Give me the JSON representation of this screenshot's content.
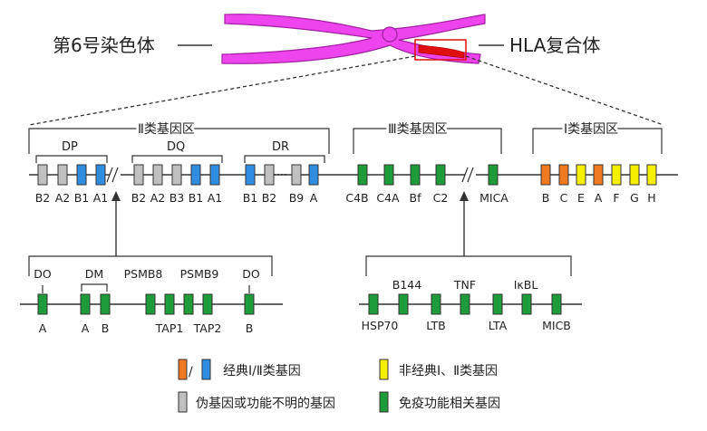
{
  "chromosome": {
    "left_label": "第6号染色体",
    "right_label": "HLA复合体",
    "color": "#ee44ee",
    "hla_color": "#e01010"
  },
  "colors": {
    "classical_1": "#f07a22",
    "classical_2": "#2f8de0",
    "non_classical": "#f5f000",
    "pseudo": "#c0c0c0",
    "immune": "#1e9c3a"
  },
  "regions": {
    "class2": "Ⅱ类基因区",
    "class3": "Ⅲ类基因区",
    "class1": "Ⅰ类基因区"
  },
  "class2": {
    "subgroups": [
      "DP",
      "DQ",
      "DR"
    ],
    "labels": [
      "B2",
      "A2",
      "B1",
      "A1",
      "B2",
      "A2",
      "B3",
      "B1",
      "A1",
      "B1",
      "B2",
      "B9",
      "A"
    ],
    "ellipsis": "····"
  },
  "class3": {
    "labels": [
      "C4B",
      "C4A",
      "Bf",
      "C2",
      "MICA"
    ]
  },
  "class1": {
    "labels": [
      "B",
      "C",
      "E",
      "A",
      "F",
      "G",
      "H"
    ]
  },
  "lower_left": {
    "top_labels": [
      "DO",
      "DM",
      "PSMB8",
      "PSMB9",
      "DO"
    ],
    "bottom_labels": [
      "A",
      "A",
      "B",
      "TAP1",
      "TAP2",
      "B"
    ]
  },
  "lower_right": {
    "top_labels": [
      "B144",
      "TNF",
      "IκBL"
    ],
    "bottom_labels": [
      "HSP70",
      "LTB",
      "LTA",
      "MICB"
    ]
  },
  "legend": {
    "classical": "经典Ⅰ/Ⅱ类基因",
    "classical_sep": "/",
    "non_classical": "非经典Ⅰ、Ⅱ类基因",
    "pseudo": "伪基因或功能不明的基因",
    "immune": "免疫功能相关基因"
  }
}
